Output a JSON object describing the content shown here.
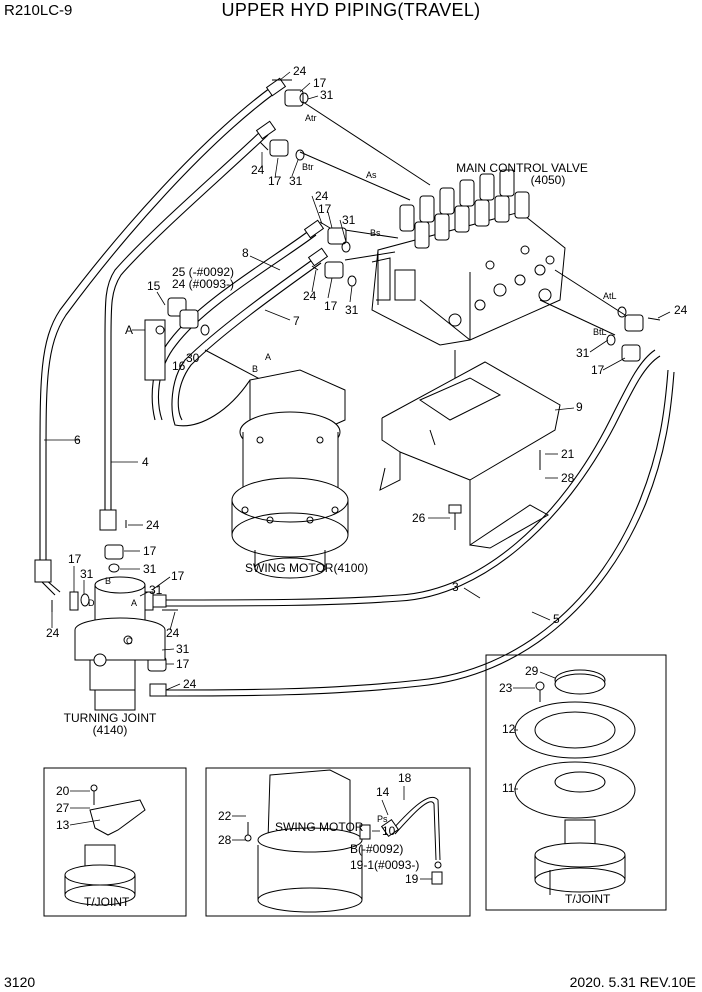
{
  "header": {
    "model": "R210LC-9",
    "title": "UPPER HYD PIPING(TRAVEL)"
  },
  "footer": {
    "page": "3120",
    "revision": "2020. 5.31  REV.10E"
  },
  "labels": {
    "mcv_name": "MAIN CONTROL VALVE",
    "mcv_code": "(4050)",
    "swing_motor_main": "SWING MOTOR(4100)",
    "turning_joint": "TURNING JOINT",
    "turning_joint_code": "(4140)",
    "swing_motor_inset": "SWING MOTOR",
    "tjoint_left": "T/JOINT",
    "tjoint_right": "T/JOINT",
    "callout_25": "25 (-#0092)",
    "callout_24b": "24 (#0093-)",
    "callout_b": "B(-#0092)",
    "callout_191": "19-1(#0093-)",
    "port_atr": "Atr",
    "port_btr": "Btr",
    "port_as": "As",
    "port_bs": "Bs",
    "port_atl": "AtL",
    "port_btl": "BtL",
    "port_a_sm": "A",
    "port_b_sm": "B",
    "port_b_tj": "B",
    "port_c_tj": "C",
    "port_d_tj": "D",
    "port_a_tj": "A",
    "port_ps": "Ps",
    "letter_a": "A"
  },
  "part_numbers": {
    "p24_top": "24",
    "p17_top": "17",
    "p31_top": "31",
    "p24_b": "24",
    "p17_b": "17",
    "p31_b": "31",
    "p24_c": "24",
    "p17_c": "17",
    "p31_c": "31",
    "p24_d": "24",
    "p17_d": "17",
    "p31_d": "31",
    "p8": "8",
    "p7": "7",
    "p15": "15",
    "p16": "16",
    "p30": "30",
    "p6": "6",
    "p4": "4",
    "p24_r": "24",
    "p31_r": "31",
    "p17_r": "17",
    "p9": "9",
    "p21": "21",
    "p28": "28",
    "p26": "26",
    "p24_e": "24",
    "p17_e": "17",
    "p31_e": "31",
    "p17_f": "17",
    "p31_f": "31",
    "p24_f": "24",
    "p17_g": "17",
    "p31_g": "31",
    "p24_g": "24",
    "p31_h": "31",
    "p17_h": "17",
    "p24_h": "24",
    "p3": "3",
    "p5": "5",
    "p29": "29",
    "p23": "23",
    "p12": "12",
    "p11": "11",
    "p20": "20",
    "p27": "27",
    "p13": "13",
    "p18": "18",
    "p14": "14",
    "p22": "22",
    "p28_b": "28",
    "p10": "10",
    "p19": "19"
  }
}
